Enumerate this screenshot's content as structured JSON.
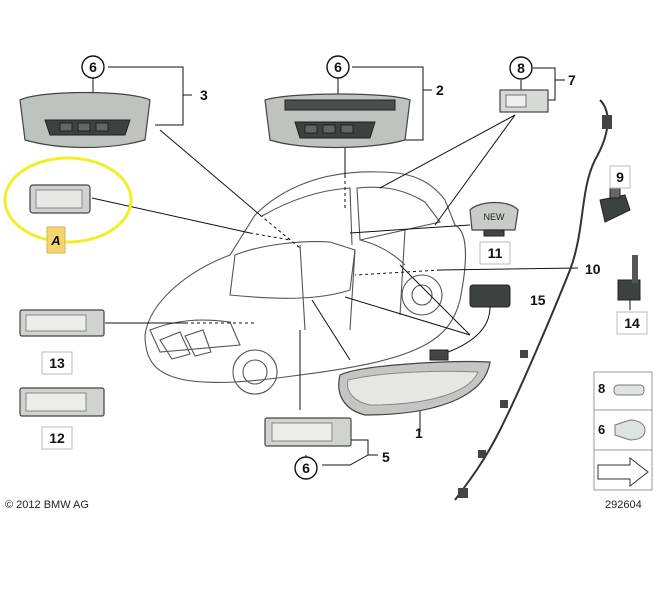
{
  "labels": {
    "p1": "1",
    "p2": "2",
    "p3": "3",
    "p5": "5",
    "p6a": "6",
    "p6b": "6",
    "p6c": "6",
    "p6d": "6",
    "p7": "7",
    "p8a": "8",
    "p8b": "8",
    "p9": "9",
    "p10": "10",
    "p11": "11",
    "p12": "12",
    "p13": "13",
    "p14": "14",
    "p15": "15",
    "pA": "A"
  },
  "badge": "NEW",
  "copyright": "© 2012 BMW AG",
  "diagram_number": "292604",
  "colors": {
    "highlight": "#f2ee2a",
    "tag": "#f3d56b",
    "part_fill": "#c9ccc9",
    "dark_part": "#3d4140"
  }
}
